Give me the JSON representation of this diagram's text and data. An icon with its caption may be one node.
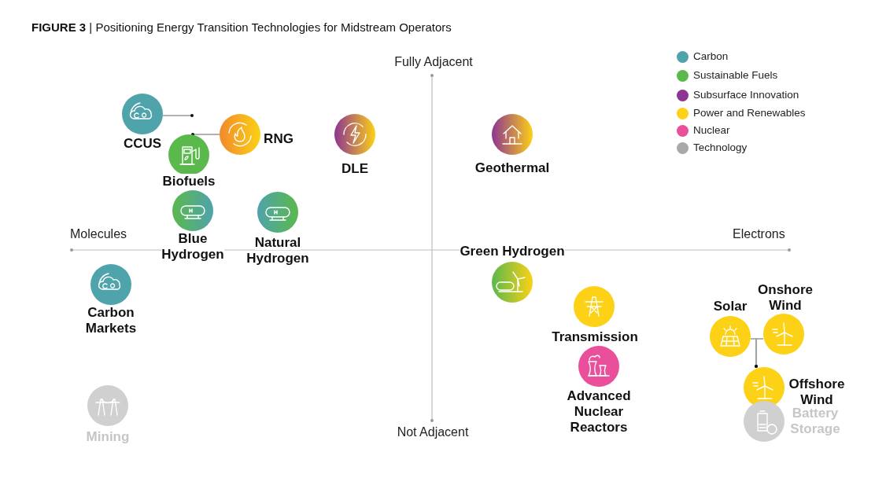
{
  "diagram": {
    "title": "**FIGURE 3** | Positioning Energy Transition Technologies for Midstream Operators",
    "nodes": [
      {
        "text": [
          "CCUS"
        ]
      },
      {
        "text": [
          "RNG"
        ]
      },
      {
        "text": [
          "Biofuels"
        ]
      },
      {
        "text": [
          "DLE"
        ]
      },
      {
        "text": [
          "Geothermal"
        ]
      },
      {
        "text": [
          "Blue Hydrogen"
        ]
      },
      {
        "text": [
          "Natural Hydrogen"
        ]
      },
      {
        "text": [
          "Carbon Markets"
        ]
      },
      {
        "text": [
          "Green Hydrogen"
        ]
      },
      {
        "text": [
          "Transmission"
        ]
      },
      {
        "text": [
          "Solar"
        ]
      },
      {
        "text": [
          "Onshore Wind"
        ]
      },
      {
        "text": [
          "Advanced Nuclear Reactors"
        ]
      },
      {
        "text": [
          "Offshore Wind"
        ]
      },
      {
        "text": [
          "Battery Storage"
        ]
      },
      {
        "text": [
          "Mining"
        ]
      }
    ],
    "edges": [
      {
        "from": 0,
        "to": 2,
        "arrow": "other"
      },
      {
        "from": 1,
        "to": 2,
        "arrow": "other"
      },
      {
        "from": 10,
        "to": 13,
        "arrow": "other"
      },
      {
        "from": 11,
        "to": 13,
        "arrow": "other"
      }
    ],
    "labels": [
      "Fully Adjacent",
      "Molecules",
      "Electrons",
      "Not Adjacent"
    ],
    "legend": [
      {
        "text": "Carbon",
        "color": "#4fa3ab"
      },
      {
        "text": "Sustainable Fuels",
        "color": "#5bb84c"
      },
      {
        "text": "Subsurface Innovation",
        "color": "#8e3592"
      },
      {
        "text": "Power and Renewables",
        "color": "#fcd116"
      },
      {
        "text": "Nuclear",
        "color": "#ea4f9b"
      },
      {
        "text": "Technology",
        "color": "#a8a8a8"
      }
    ]
  }
}
